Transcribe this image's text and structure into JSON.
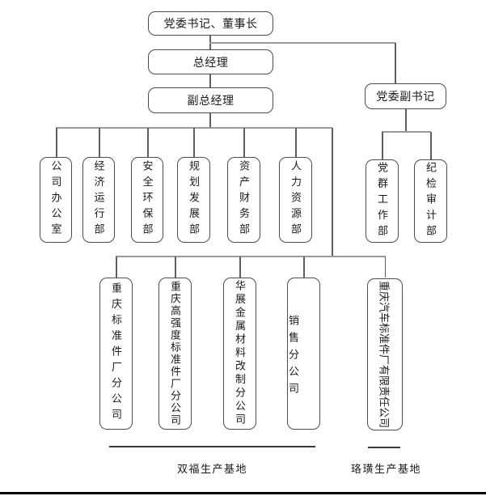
{
  "diagram": {
    "title_context": "company organization chart",
    "leadership": {
      "chairman": "党委书记、董事长",
      "general_manager": "总经理",
      "deputy_general_manager": "副总经理",
      "deputy_party_secretary": "党委副书记"
    },
    "departments": [
      "公司办公室",
      "经济运行部",
      "安全环保部",
      "规划发展部",
      "资产财务部",
      "人力资源部"
    ],
    "party_departments": [
      "党群工作部",
      "纪检审计部"
    ],
    "subsidiaries": [
      "重庆标准件厂分公司",
      "重庆高强度标准件厂分公司",
      "华展金属材料改制分公司",
      "销售分公司",
      "重庆汽车标准件厂有限责任公司"
    ],
    "bases": [
      "双福生产基地",
      "珞璜生产基地"
    ]
  },
  "colors": {
    "node_border": "#4d4d4d",
    "connector": "#8c8c8c",
    "text": "#1a1a1a",
    "page_rule": "#000000",
    "background": "#ffffff"
  }
}
